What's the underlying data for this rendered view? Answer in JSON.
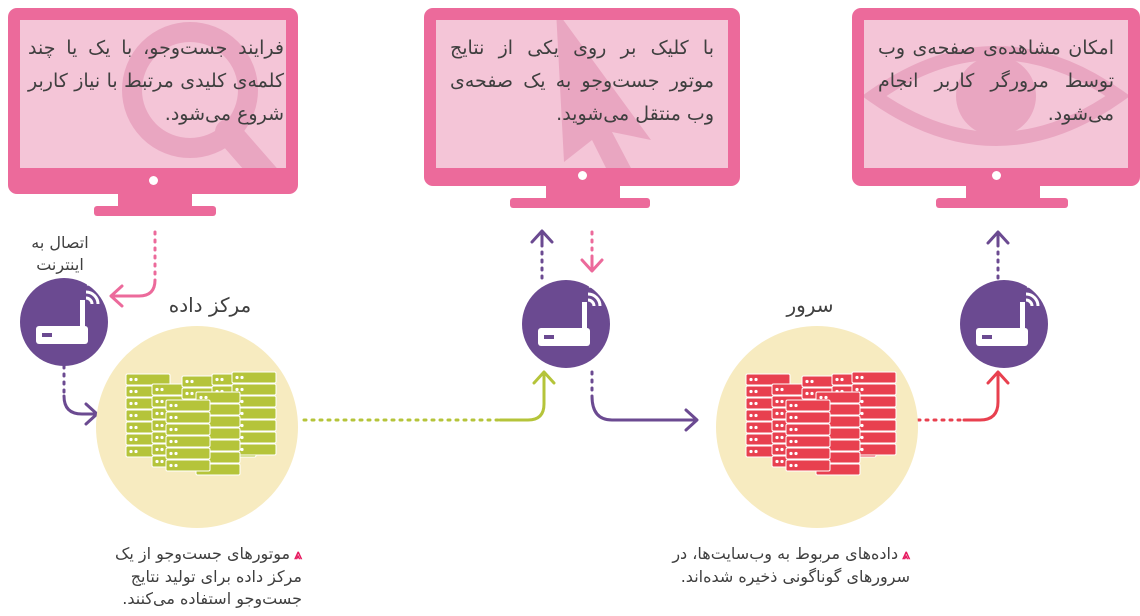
{
  "colors": {
    "monitor": "#ec6a9b",
    "screen": "#f4c5d7",
    "router": "#6b4a91",
    "datacenter_bg": "#f7ebc0",
    "server_green": "#b5c43a",
    "server_red": "#e8404f",
    "arrow_purple": "#6b4a91",
    "arrow_pink": "#ec6a9b",
    "arrow_green": "#b5c43a",
    "arrow_red": "#e8404f",
    "bullet": "#e6195f"
  },
  "monitors": [
    {
      "text": "فرایند جست‌وجو، با یک یا چند کلمه‌ی کلیدی مرتبط با نیاز کاربر شروع می‌شود.",
      "watermark_icon": "magnifier-icon"
    },
    {
      "text": "با کلیک بر روی یکی از نتایج موتور جست‌وجو به یک صفحه‌ی وب منتقل می‌شوید.",
      "watermark_icon": "cursor-icon"
    },
    {
      "text": "امکان مشاهده‌ی صفحه‌ی وب توسط مرورگر کاربر انجام می‌شود.",
      "watermark_icon": "eye-icon"
    }
  ],
  "labels": {
    "internet_connection": "اتصال به اینترنت",
    "data_center": "مرکز داده",
    "server": "سرور"
  },
  "captions": {
    "data_center": "موتورهای جست‌وجو از یک مرکز داده برای تولید نتایج جست‌وجو استفاده می‌کنند.",
    "server": "داده‌های مربوط به وب‌سایت‌ها، در سرورهای گوناگونی ذخیره شده‌اند."
  },
  "icons": {
    "router": "wifi-router-icon",
    "server_rack": "server-rack-icon",
    "caption_bullet": "double-chevron-up-icon"
  }
}
